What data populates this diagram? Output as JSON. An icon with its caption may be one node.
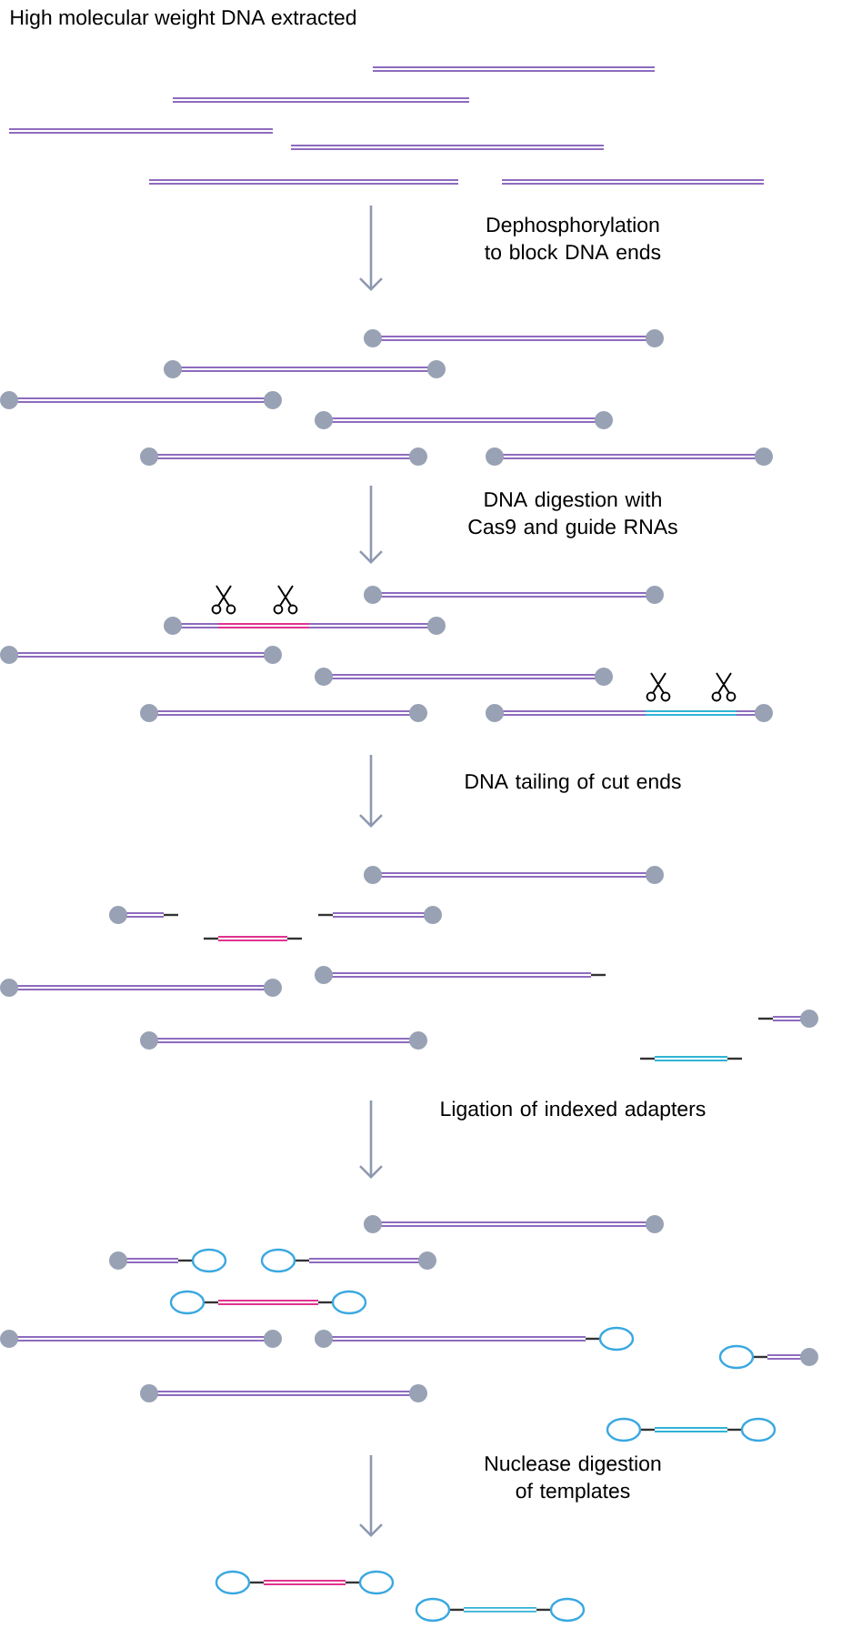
{
  "diagram": {
    "labels": [
      "High molecular weight DNA extracted",
      "Dephosphorylation to block DNA ends",
      "DNA digestion with Cas9 and guide RNAs",
      "DNA tailing of cut ends",
      "Ligation of indexed adapters",
      "Nuclease digestion of templates"
    ]
  }
}
